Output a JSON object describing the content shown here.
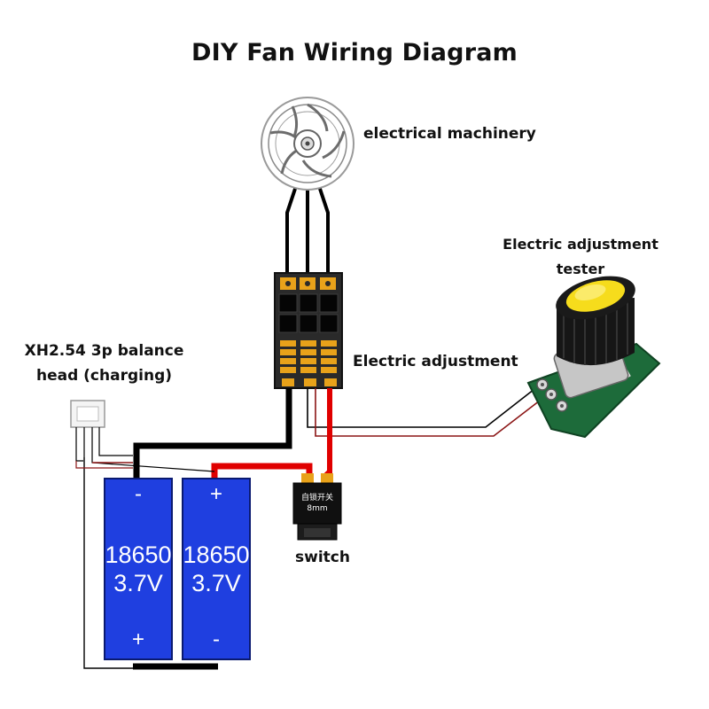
{
  "title": "DIY Fan Wiring Diagram",
  "labels": {
    "motor": "electrical machinery",
    "tester_line1": "Electric adjustment",
    "tester_line2": "tester",
    "esc": "Electric adjustment",
    "balance_line1": "XH2.54 3p balance",
    "balance_line2": "head (charging)",
    "switch": "switch"
  },
  "batteries": [
    {
      "model": "18650",
      "voltage": "3.7V",
      "top_terminal": "-",
      "bottom_terminal": "+"
    },
    {
      "model": "18650",
      "voltage": "3.7V",
      "top_terminal": "+",
      "bottom_terminal": "-"
    }
  ],
  "switch_body": {
    "line1": "自锁开关",
    "line2": "8mm"
  },
  "colors": {
    "battery_blue": "#1f3fe0",
    "wire_red": "#e00000",
    "wire_black": "#000000",
    "pcb_green": "#1d6b3a",
    "knob_yellow": "#f6dc1c",
    "pad_gold": "#e8a21a"
  }
}
